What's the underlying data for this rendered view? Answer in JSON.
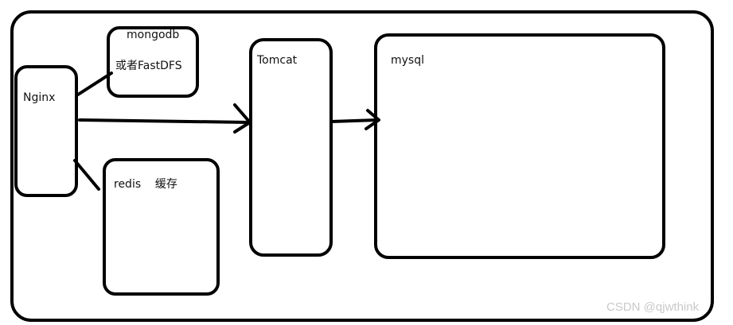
{
  "nodes": {
    "mongodb": {
      "line1": "mongodb",
      "line2": "或者FastDFS"
    },
    "nginx": {
      "label": "Nginx"
    },
    "redis": {
      "label": "redis    缓存"
    },
    "tomcat": {
      "label": "Tomcat"
    },
    "mysql": {
      "label": "mysql"
    }
  },
  "watermark": {
    "text": "CSDN @qjwthink"
  },
  "colors": {
    "stroke": "#000000",
    "background": "#ffffff",
    "watermark": "#c9c9c9"
  }
}
